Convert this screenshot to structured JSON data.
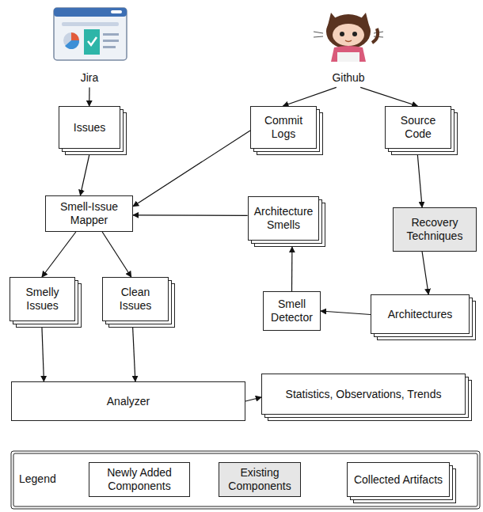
{
  "diagram": {
    "nodes": [
      {
        "text": [
          "Jira"
        ]
      },
      {
        "text": [
          "Github"
        ]
      },
      {
        "text": [
          "Issues"
        ]
      },
      {
        "text": [
          "Commit Logs"
        ]
      },
      {
        "text": [
          "Source Code"
        ]
      },
      {
        "text": [
          "Smell-Issue Mapper"
        ]
      },
      {
        "text": [
          "Architecture Smells"
        ]
      },
      {
        "text": [
          "Recovery Techniques"
        ]
      },
      {
        "text": [
          "Smelly Issues"
        ]
      },
      {
        "text": [
          "Clean Issues"
        ]
      },
      {
        "text": [
          "Smell Detector"
        ]
      },
      {
        "text": [
          "Architectures"
        ]
      },
      {
        "text": [
          "Analyzer"
        ]
      },
      {
        "text": [
          "Statistics, Observations, Trends"
        ]
      }
    ],
    "edges": [
      {
        "from": 0,
        "to": 2,
        "arrow": "to"
      },
      {
        "from": 1,
        "to": 3,
        "arrow": "to"
      },
      {
        "from": 1,
        "to": 4,
        "arrow": "to"
      },
      {
        "from": 2,
        "to": 5,
        "arrow": "to"
      },
      {
        "from": 3,
        "to": 5,
        "arrow": "to"
      },
      {
        "from": 6,
        "to": 5,
        "arrow": "to"
      },
      {
        "from": 4,
        "to": 7,
        "arrow": "to"
      },
      {
        "from": 7,
        "to": 11,
        "arrow": "to"
      },
      {
        "from": 11,
        "to": 10,
        "arrow": "to"
      },
      {
        "from": 10,
        "to": 6,
        "arrow": "to"
      },
      {
        "from": 5,
        "to": 8,
        "arrow": "to"
      },
      {
        "from": 5,
        "to": 9,
        "arrow": "to"
      },
      {
        "from": 8,
        "to": 12,
        "arrow": "to"
      },
      {
        "from": 9,
        "to": 12,
        "arrow": "to"
      },
      {
        "from": 12,
        "to": 13,
        "arrow": "to"
      }
    ],
    "labels": [
      "Legend"
    ],
    "legend": [
      {
        "text": "Newly Added Components",
        "color": "#ffffff"
      },
      {
        "text": "Existing Components",
        "color": "#e6e6e6"
      },
      {
        "text": "Collected Artifacts"
      }
    ]
  }
}
